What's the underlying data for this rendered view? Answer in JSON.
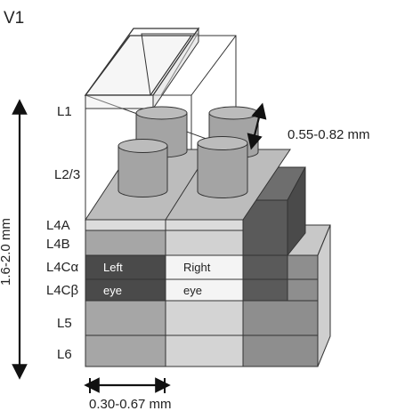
{
  "title": "V1",
  "layers": {
    "L1": "L1",
    "L2_3": "L2/3",
    "L4A": "L4A",
    "L4B": "L4B",
    "L4Ca": "L4Cα",
    "L4Cb": "L4Cβ",
    "L5": "L5",
    "L6": "L6"
  },
  "dimensions": {
    "height": "1.6-2.0 mm",
    "width": "0.30-0.67 mm",
    "column": "0.55-0.82 mm"
  },
  "eyes": {
    "left_line1": "Left",
    "left_line2": "eye",
    "right_line1": "Right",
    "right_line2": "eye"
  },
  "colors": {
    "left_eye": "#4a4a4a",
    "right_eye": "#f2f2f2",
    "dark_block": "#555555",
    "mid_gray": "#a8a8a8",
    "light_gray": "#d4d4d4",
    "cylinder": "#a0a0a0"
  }
}
